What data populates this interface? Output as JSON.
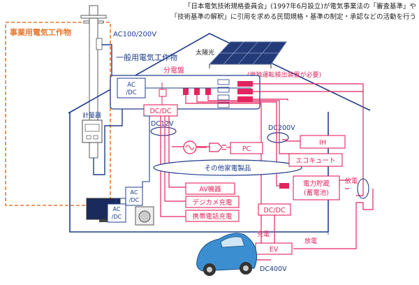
{
  "header": {
    "line1": "「日本電気技術規格委員会」(1997年6月設立)が電気事業法の「審査基準」や",
    "line2": "「技術基準の解釈」に引用を求める民間規格・基準の制定・承認などの活動を行う"
  },
  "labels": {
    "jigyoyo": "事業用電気工作物",
    "ac100": "AC100/200V",
    "ippanyo": "一般用電気工作物",
    "taiyoko": "太陽光",
    "bundenban": "分電盤",
    "tandoku": "(単独運転検出装置が必要)",
    "keiryoki": "計量器",
    "acdc": [
      "AC",
      "/DC"
    ],
    "dcdc": "DC/DC",
    "dc12v": "DC12V",
    "dc200v": "DC200V",
    "pc": "PC",
    "ih": "IH",
    "ecocute": "エコキュート",
    "sonota": "その他家電製品",
    "av": "AV機器",
    "digicam": "デジカメ充電",
    "keitai": "携帯電話充電",
    "battery_1": "電力貯蔵",
    "battery_2": "(蓄電池)",
    "houden": "放電",
    "juden": "充電",
    "ev": "EV",
    "dc400v": "DC400V"
  },
  "colors": {
    "orange": "#e8772e",
    "blue": "#1f3c8a",
    "pink": "#e3245e",
    "text_blue": "#1a3b8c"
  }
}
